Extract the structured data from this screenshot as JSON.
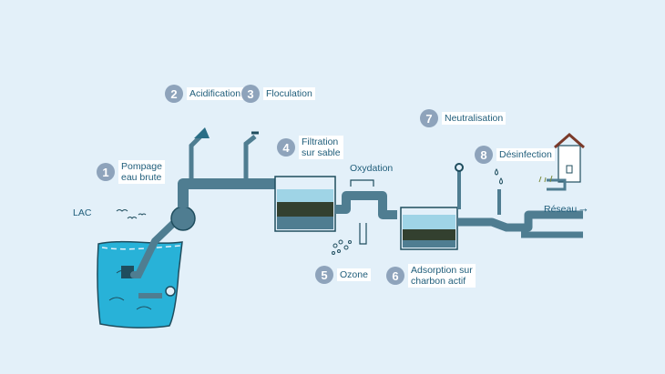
{
  "labels": {
    "lac": "LAC",
    "oxydation": "Oxydation",
    "reseau": "Réseau",
    "reseau_arrow": "→"
  },
  "steps": [
    {
      "num": "1",
      "label": "Pompage\neau brute"
    },
    {
      "num": "2",
      "label": "Acidification"
    },
    {
      "num": "3",
      "label": "Floculation"
    },
    {
      "num": "4",
      "label": "Filtration\nsur sable"
    },
    {
      "num": "5",
      "label": "Ozone"
    },
    {
      "num": "6",
      "label": "Adsorption sur\ncharbon actif"
    },
    {
      "num": "7",
      "label": "Neutralisation"
    },
    {
      "num": "8",
      "label": "Désinfection"
    }
  ],
  "colors": {
    "background": "#e3f0f9",
    "pipe": "#4f7d91",
    "pipe_dark": "#1f4d5e",
    "lake_water": "#28b2d8",
    "tank_water": "#9fd4e6",
    "sand": "#33402f",
    "badge": "#8ea3bb",
    "text": "#1f5d7a"
  },
  "icons": [
    "pump-icon",
    "lake-icon",
    "house-icon",
    "funnel-icon",
    "faucet-icon",
    "water-drop-icon",
    "bird-icon",
    "ozone-bubbles-icon"
  ]
}
